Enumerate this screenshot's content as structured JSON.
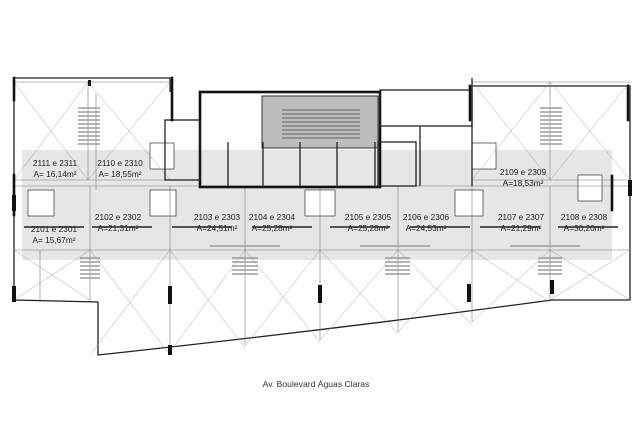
{
  "street_label": "Av. Boulevard Águas Claras",
  "units": [
    {
      "id": "u2111",
      "name": "2111 e 2311",
      "area": "A= 16,14m²"
    },
    {
      "id": "u2110",
      "name": "2110 e 2310",
      "area": "A= 18,55m²"
    },
    {
      "id": "u2101",
      "name": "2101 e 2301",
      "area": "A= 15,67m²"
    },
    {
      "id": "u2102",
      "name": "2102 e 2302",
      "area": "A=21,31m²"
    },
    {
      "id": "u2103",
      "name": "2103 e 2303",
      "area": "A=24,51m²"
    },
    {
      "id": "u2104",
      "name": "2104 e 2304",
      "area": "A=25,28m²"
    },
    {
      "id": "u2105",
      "name": "2105 e 2305",
      "area": "A=25,28m²"
    },
    {
      "id": "u2106",
      "name": "2106 e 2306",
      "area": "A=24,53m²"
    },
    {
      "id": "u2107",
      "name": "2107 e 2307",
      "area": "A=21,29m²"
    },
    {
      "id": "u2108",
      "name": "2108 e 2308",
      "area": "A=30,20m²"
    },
    {
      "id": "u2109",
      "name": "2109 e 2309",
      "area": "A=18,53m²"
    }
  ]
}
